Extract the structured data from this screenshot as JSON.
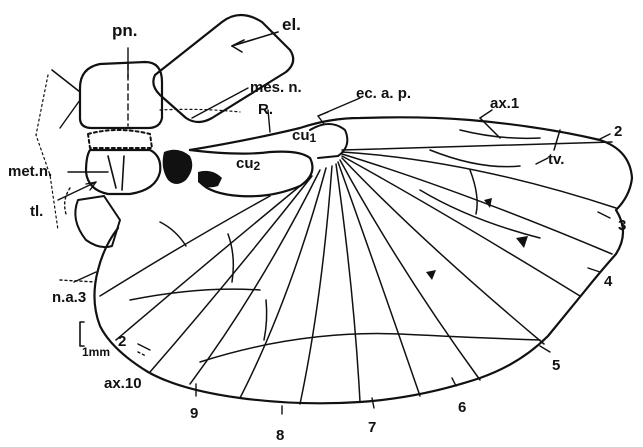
{
  "labels": {
    "pn": "pn.",
    "el": "el.",
    "mes_n": "mes. n.",
    "ec_a_p": "ec. a. p.",
    "R": "R.",
    "cu1": "cu",
    "cu1_sub": "1",
    "cu2": "cu",
    "cu2_sub": "2",
    "met_n": "met.n.",
    "tl": "tl.",
    "na3": "n.a.3",
    "scale": "1mm",
    "ax1": "ax.1",
    "tv": "tv.",
    "ax10": "ax.10",
    "n2_top": "2",
    "n3": "3",
    "n4": "4",
    "n5": "5",
    "n6": "6",
    "n7": "7",
    "n8": "8",
    "n9": "9",
    "n2_bottom": "2"
  }
}
